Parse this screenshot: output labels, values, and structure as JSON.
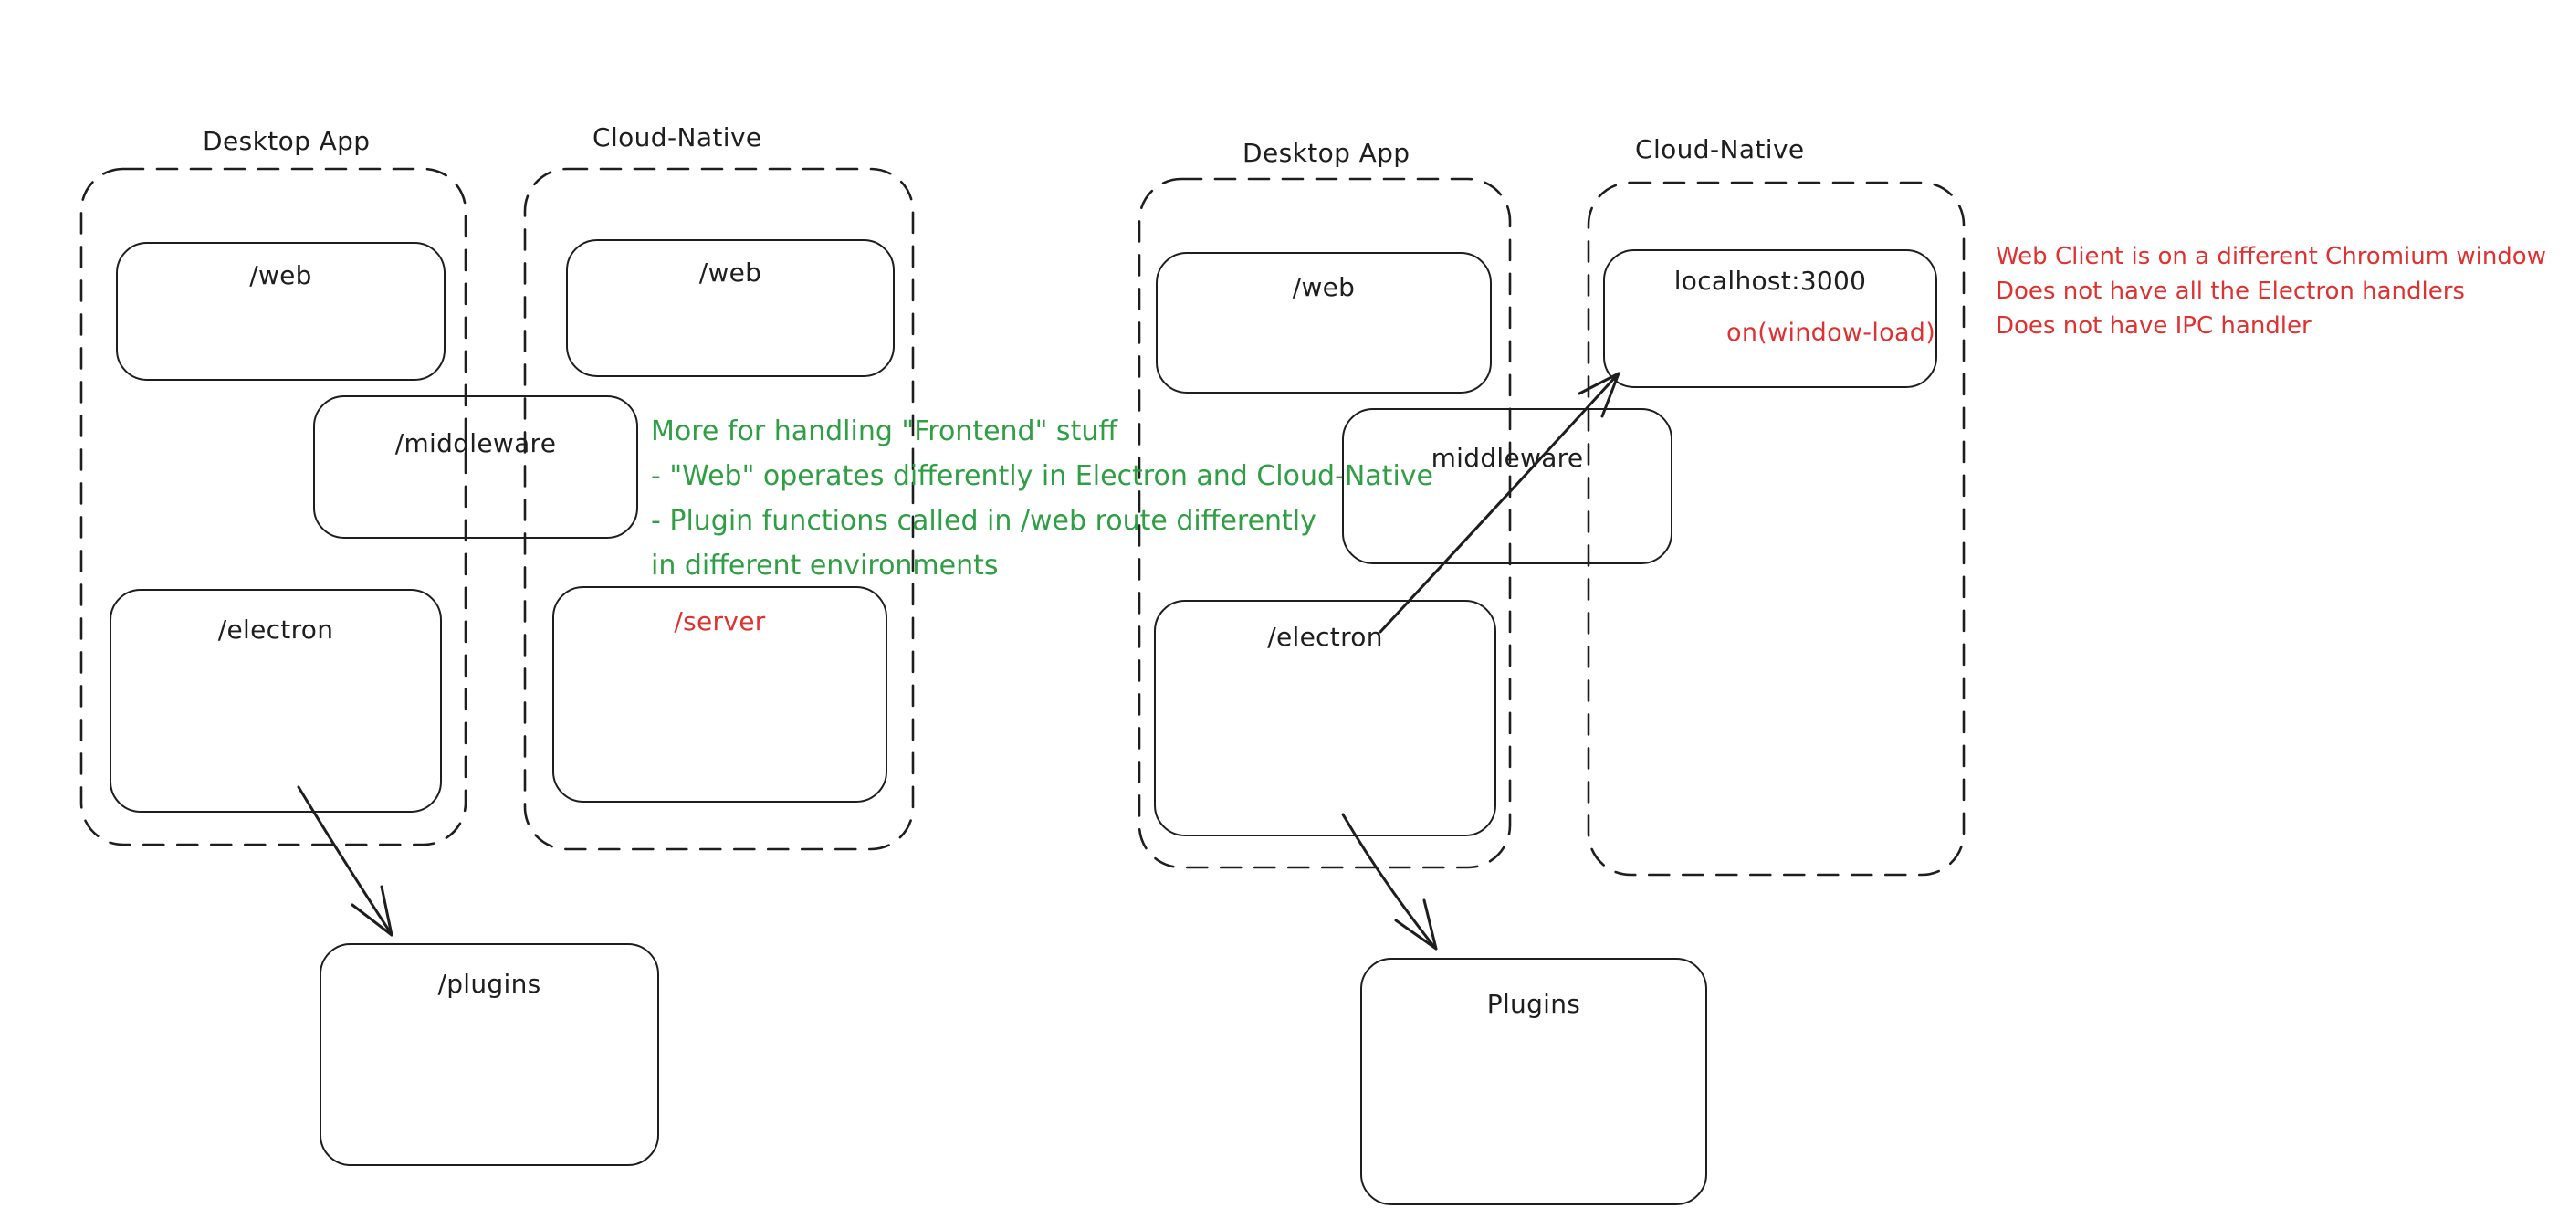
{
  "colors": {
    "stroke": "#1e1e1e",
    "red": "#e03131",
    "green": "#2f9e44",
    "background": "#ffffff"
  },
  "left_diagram": {
    "desktop_container_label": "Desktop App",
    "cloud_container_label": "Cloud-Native",
    "web_desktop_label": "/web",
    "web_cloud_label": "/web",
    "middleware_label": "/middleware",
    "electron_label": "/electron",
    "server_label": "/server",
    "plugins_label": "/plugins",
    "note": {
      "lines": [
        "More for handling \"Frontend\" stuff",
        "- \"Web\" operates differently in Electron and Cloud-Native",
        "- Plugin functions called in /web route differently",
        "in different environments"
      ]
    }
  },
  "right_diagram": {
    "desktop_container_label": "Desktop App",
    "cloud_container_label": "Cloud-Native",
    "web_label": "/web",
    "electron_label": "/electron",
    "localhost_label": "localhost:3000",
    "localhost_sub_label": "on(window-load)",
    "middleware_label": "middleware",
    "plugins_label": "Plugins",
    "note": {
      "lines": [
        "Web Client is on a different Chromium window",
        "Does not have all the Electron handlers",
        "Does not have IPC handler"
      ]
    }
  }
}
